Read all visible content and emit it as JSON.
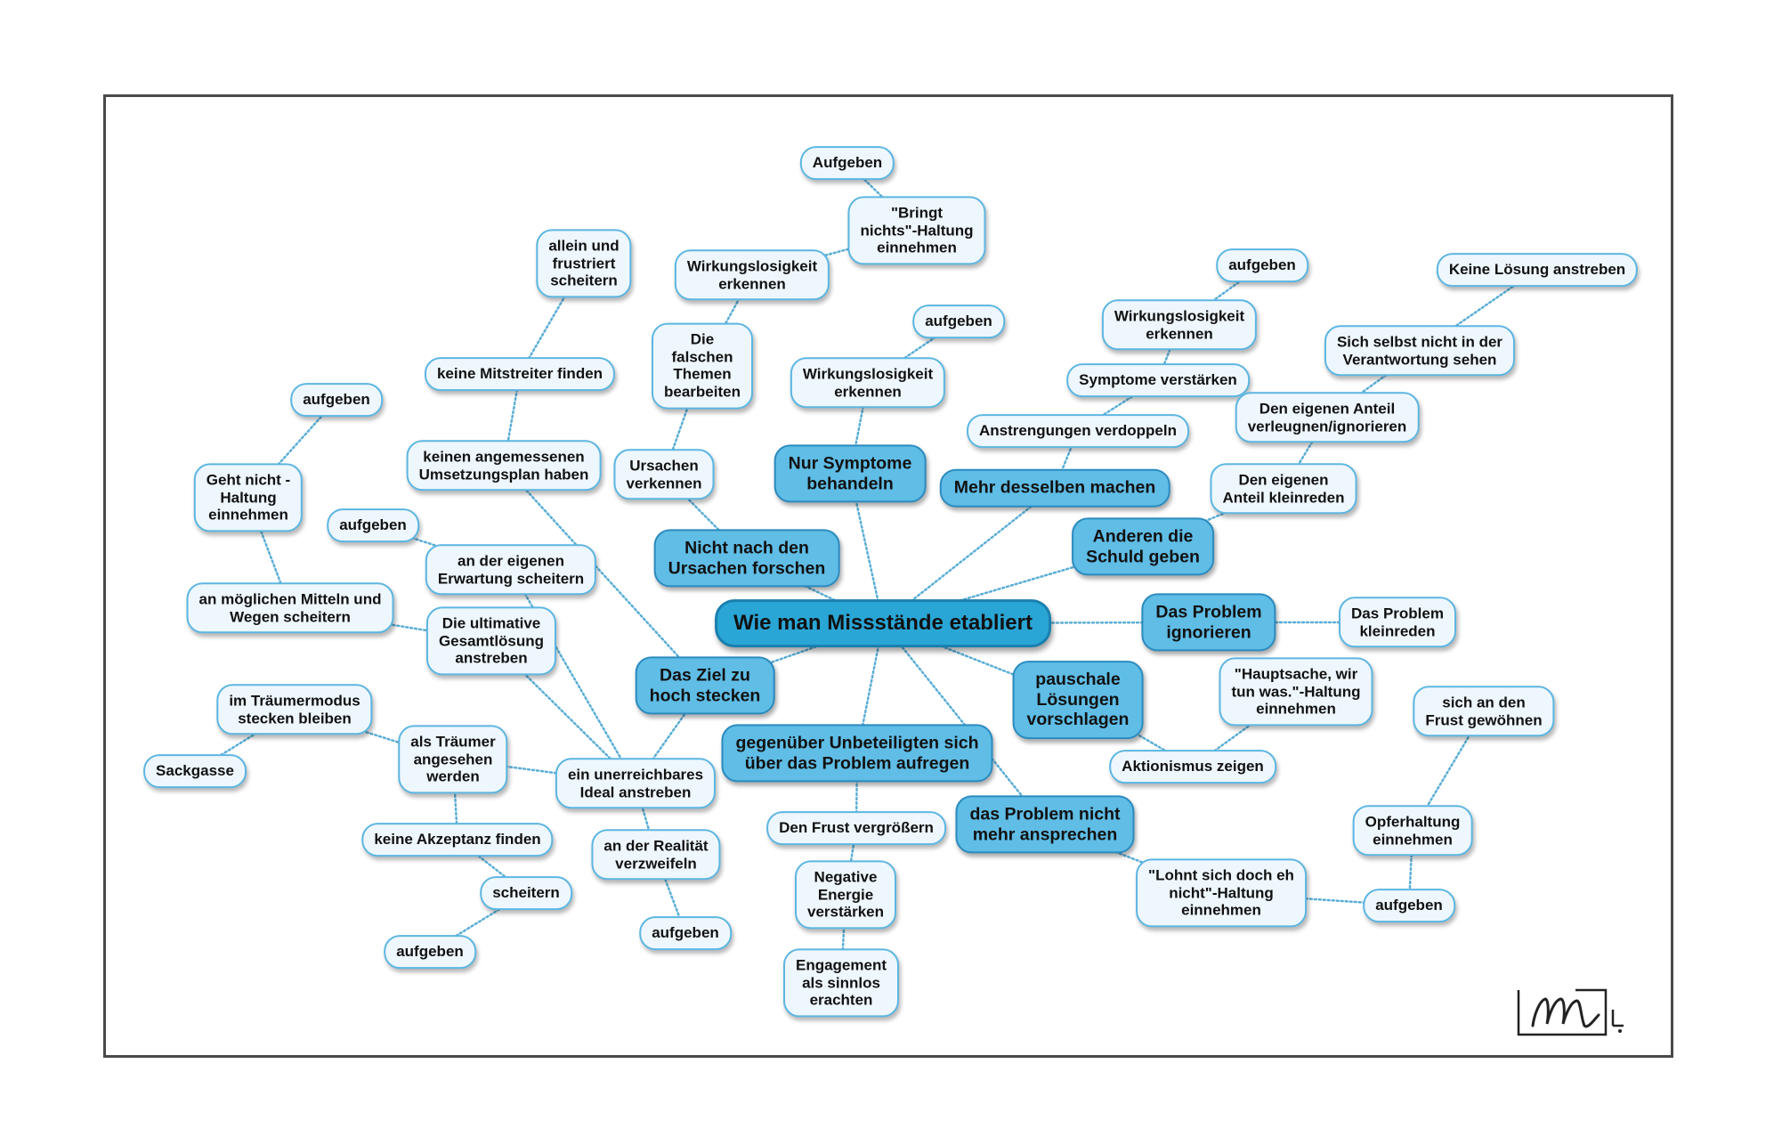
{
  "root": {
    "id": "root",
    "text": "Wie man Missstände etabliert"
  },
  "main_topics": [
    {
      "id": "m_symptome",
      "text": "Nur Symptome\nbehandeln"
    },
    {
      "id": "m_desselben",
      "text": "Mehr desselben machen"
    },
    {
      "id": "m_schuld",
      "text": "Anderen die\nSchuld geben"
    },
    {
      "id": "m_ignorieren",
      "text": "Das Problem\nignorieren"
    },
    {
      "id": "m_pauschal",
      "text": "pauschale\nLösungen\nvorschlagen"
    },
    {
      "id": "m_ansprechen",
      "text": "das Problem nicht\nmehr ansprechen"
    },
    {
      "id": "m_aufregen",
      "text": "gegenüber Unbeteiligten sich\nüber das Problem aufregen"
    },
    {
      "id": "m_ziel",
      "text": "Das Ziel zu\nhoch stecken"
    },
    {
      "id": "m_ursachen",
      "text": "Nicht nach den\nUrsachen forschen"
    }
  ],
  "subtopics": [
    {
      "id": "s_aufgeben_top",
      "text": "Aufgeben"
    },
    {
      "id": "s_bringt_nichts",
      "text": "\"Bringt\nnichts\"-Haltung\neinnehmen"
    },
    {
      "id": "s_wirkungslos1",
      "text": "Wirkungslosigkeit\nerkennen"
    },
    {
      "id": "s_falsche_themen",
      "text": "Die\nfalschen\nThemen\nbearbeiten"
    },
    {
      "id": "s_ursachen_verkennen",
      "text": "Ursachen\nverkennen"
    },
    {
      "id": "s_aufgeben_ws",
      "text": "aufgeben"
    },
    {
      "id": "s_wirkungslos2",
      "text": "Wirkungslosigkeit\nerkennen"
    },
    {
      "id": "s_aufgeben_sv",
      "text": "aufgeben"
    },
    {
      "id": "s_wirkungslos3",
      "text": "Wirkungslosigkeit\nerkennen"
    },
    {
      "id": "s_symptome_verstaerken",
      "text": "Symptome verstärken"
    },
    {
      "id": "s_anstrengungen",
      "text": "Anstrengungen verdoppeln"
    },
    {
      "id": "s_keine_loesung",
      "text": "Keine Lösung anstreben"
    },
    {
      "id": "s_verantwortung",
      "text": "Sich selbst nicht in der\nVerantwortung sehen"
    },
    {
      "id": "s_anteil_verleugnen",
      "text": "Den eigenen Anteil\nverleugnen/ignorieren"
    },
    {
      "id": "s_anteil_kleinreden",
      "text": "Den eigenen\nAnteil kleinreden"
    },
    {
      "id": "s_problem_kleinreden",
      "text": "Das Problem\nkleinreden"
    },
    {
      "id": "s_hauptsache",
      "text": "\"Hauptsache, wir\ntun was.\"-Haltung\neinnehmen"
    },
    {
      "id": "s_aktionismus",
      "text": "Aktionismus zeigen"
    },
    {
      "id": "s_frust_gewoehnen",
      "text": "sich an den\nFrust gewöhnen"
    },
    {
      "id": "s_opferhaltung",
      "text": "Opferhaltung\neinnehmen"
    },
    {
      "id": "s_aufgeben_opfer",
      "text": "aufgeben"
    },
    {
      "id": "s_lohnt_nicht",
      "text": "\"Lohnt sich doch eh\nnicht\"-Haltung\neinnehmen"
    },
    {
      "id": "s_frust_vergroessern",
      "text": "Den Frust vergrößern"
    },
    {
      "id": "s_negative_energie",
      "text": "Negative\nEnergie\nverstärken"
    },
    {
      "id": "s_engagement",
      "text": "Engagement\nals sinnlos\nerachten"
    },
    {
      "id": "s_allein",
      "text": "allein und\nfrustriert\nscheitern"
    },
    {
      "id": "s_mitstreiter",
      "text": "keine Mitstreiter finden"
    },
    {
      "id": "s_umsetzungsplan",
      "text": "keinen angemessenen\nUmsetzungsplan haben"
    },
    {
      "id": "s_aufgeben_geht",
      "text": "aufgeben"
    },
    {
      "id": "s_geht_nicht",
      "text": "Geht nicht -\nHaltung\neinnehmen"
    },
    {
      "id": "s_mitteln",
      "text": "an möglichen Mitteln und\nWegen scheitern"
    },
    {
      "id": "s_aufgeben_erw",
      "text": "aufgeben"
    },
    {
      "id": "s_erwartung",
      "text": "an der eigenen\nErwartung scheitern"
    },
    {
      "id": "s_gesamtloesung",
      "text": "Die ultimative\nGesamtlösung\nanstreben"
    },
    {
      "id": "s_traeumermodus",
      "text": "im Träumermodus\nstecken bleiben"
    },
    {
      "id": "s_sackgasse",
      "text": "Sackgasse"
    },
    {
      "id": "s_traeumer",
      "text": "als Träumer\nangesehen\nwerden"
    },
    {
      "id": "s_ideal",
      "text": "ein unerreichbares\nIdeal anstreben"
    },
    {
      "id": "s_akzeptanz",
      "text": "keine Akzeptanz finden"
    },
    {
      "id": "s_scheitern",
      "text": "scheitern"
    },
    {
      "id": "s_aufgeben_sch",
      "text": "aufgeben"
    },
    {
      "id": "s_realitaet",
      "text": "an der Realität\nverzweifeln"
    },
    {
      "id": "s_aufgeben_real",
      "text": "aufgeben"
    }
  ],
  "connections": [
    [
      "root",
      "m_symptome"
    ],
    [
      "root",
      "m_desselben"
    ],
    [
      "root",
      "m_schuld"
    ],
    [
      "root",
      "m_ignorieren"
    ],
    [
      "root",
      "m_pauschal"
    ],
    [
      "root",
      "m_ansprechen"
    ],
    [
      "root",
      "m_aufregen"
    ],
    [
      "root",
      "m_ziel"
    ],
    [
      "root",
      "m_ursachen"
    ],
    [
      "m_ursachen",
      "s_ursachen_verkennen"
    ],
    [
      "s_ursachen_verkennen",
      "s_falsche_themen"
    ],
    [
      "s_falsche_themen",
      "s_wirkungslos1"
    ],
    [
      "s_wirkungslos1",
      "s_bringt_nichts"
    ],
    [
      "s_bringt_nichts",
      "s_aufgeben_top"
    ],
    [
      "m_symptome",
      "s_wirkungslos2"
    ],
    [
      "s_wirkungslos2",
      "s_aufgeben_ws"
    ],
    [
      "m_desselben",
      "s_anstrengungen"
    ],
    [
      "s_anstrengungen",
      "s_symptome_verstaerken"
    ],
    [
      "s_symptome_verstaerken",
      "s_wirkungslos3"
    ],
    [
      "s_wirkungslos3",
      "s_aufgeben_sv"
    ],
    [
      "m_schuld",
      "s_anteil_kleinreden"
    ],
    [
      "s_anteil_kleinreden",
      "s_anteil_verleugnen"
    ],
    [
      "s_anteil_verleugnen",
      "s_verantwortung"
    ],
    [
      "s_verantwortung",
      "s_keine_loesung"
    ],
    [
      "m_ignorieren",
      "s_problem_kleinreden"
    ],
    [
      "m_pauschal",
      "s_aktionismus"
    ],
    [
      "s_aktionismus",
      "s_hauptsache"
    ],
    [
      "m_ansprechen",
      "s_lohnt_nicht"
    ],
    [
      "s_lohnt_nicht",
      "s_aufgeben_opfer"
    ],
    [
      "s_aufgeben_opfer",
      "s_opferhaltung"
    ],
    [
      "s_opferhaltung",
      "s_frust_gewoehnen"
    ],
    [
      "m_aufregen",
      "s_frust_vergroessern"
    ],
    [
      "s_frust_vergroessern",
      "s_negative_energie"
    ],
    [
      "s_negative_energie",
      "s_engagement"
    ],
    [
      "m_ziel",
      "s_ideal"
    ],
    [
      "m_ziel",
      "s_umsetzungsplan"
    ],
    [
      "s_umsetzungsplan",
      "s_mitstreiter"
    ],
    [
      "s_mitstreiter",
      "s_allein"
    ],
    [
      "s_ideal",
      "s_erwartung"
    ],
    [
      "s_erwartung",
      "s_aufgeben_erw"
    ],
    [
      "s_ideal",
      "s_gesamtloesung"
    ],
    [
      "s_gesamtloesung",
      "s_mitteln"
    ],
    [
      "s_mitteln",
      "s_geht_nicht"
    ],
    [
      "s_geht_nicht",
      "s_aufgeben_geht"
    ],
    [
      "s_ideal",
      "s_traeumer"
    ],
    [
      "s_traeumer",
      "s_traeumermodus"
    ],
    [
      "s_traeumermodus",
      "s_sackgasse"
    ],
    [
      "s_traeumer",
      "s_akzeptanz"
    ],
    [
      "s_akzeptanz",
      "s_scheitern"
    ],
    [
      "s_scheitern",
      "s_aufgeben_sch"
    ],
    [
      "s_ideal",
      "s_realitaet"
    ],
    [
      "s_realitaet",
      "s_aufgeben_real"
    ]
  ],
  "colors": {
    "link": "#5aaed6",
    "leaf_fill": "#eef7fd",
    "leaf_border": "#5cb6e2",
    "main_fill": "#5fbde6",
    "root_fill": "#29a6d6",
    "frame": "#4a4a4a"
  },
  "signature": {
    "type": "handwritten-logo",
    "glyph": "m"
  }
}
